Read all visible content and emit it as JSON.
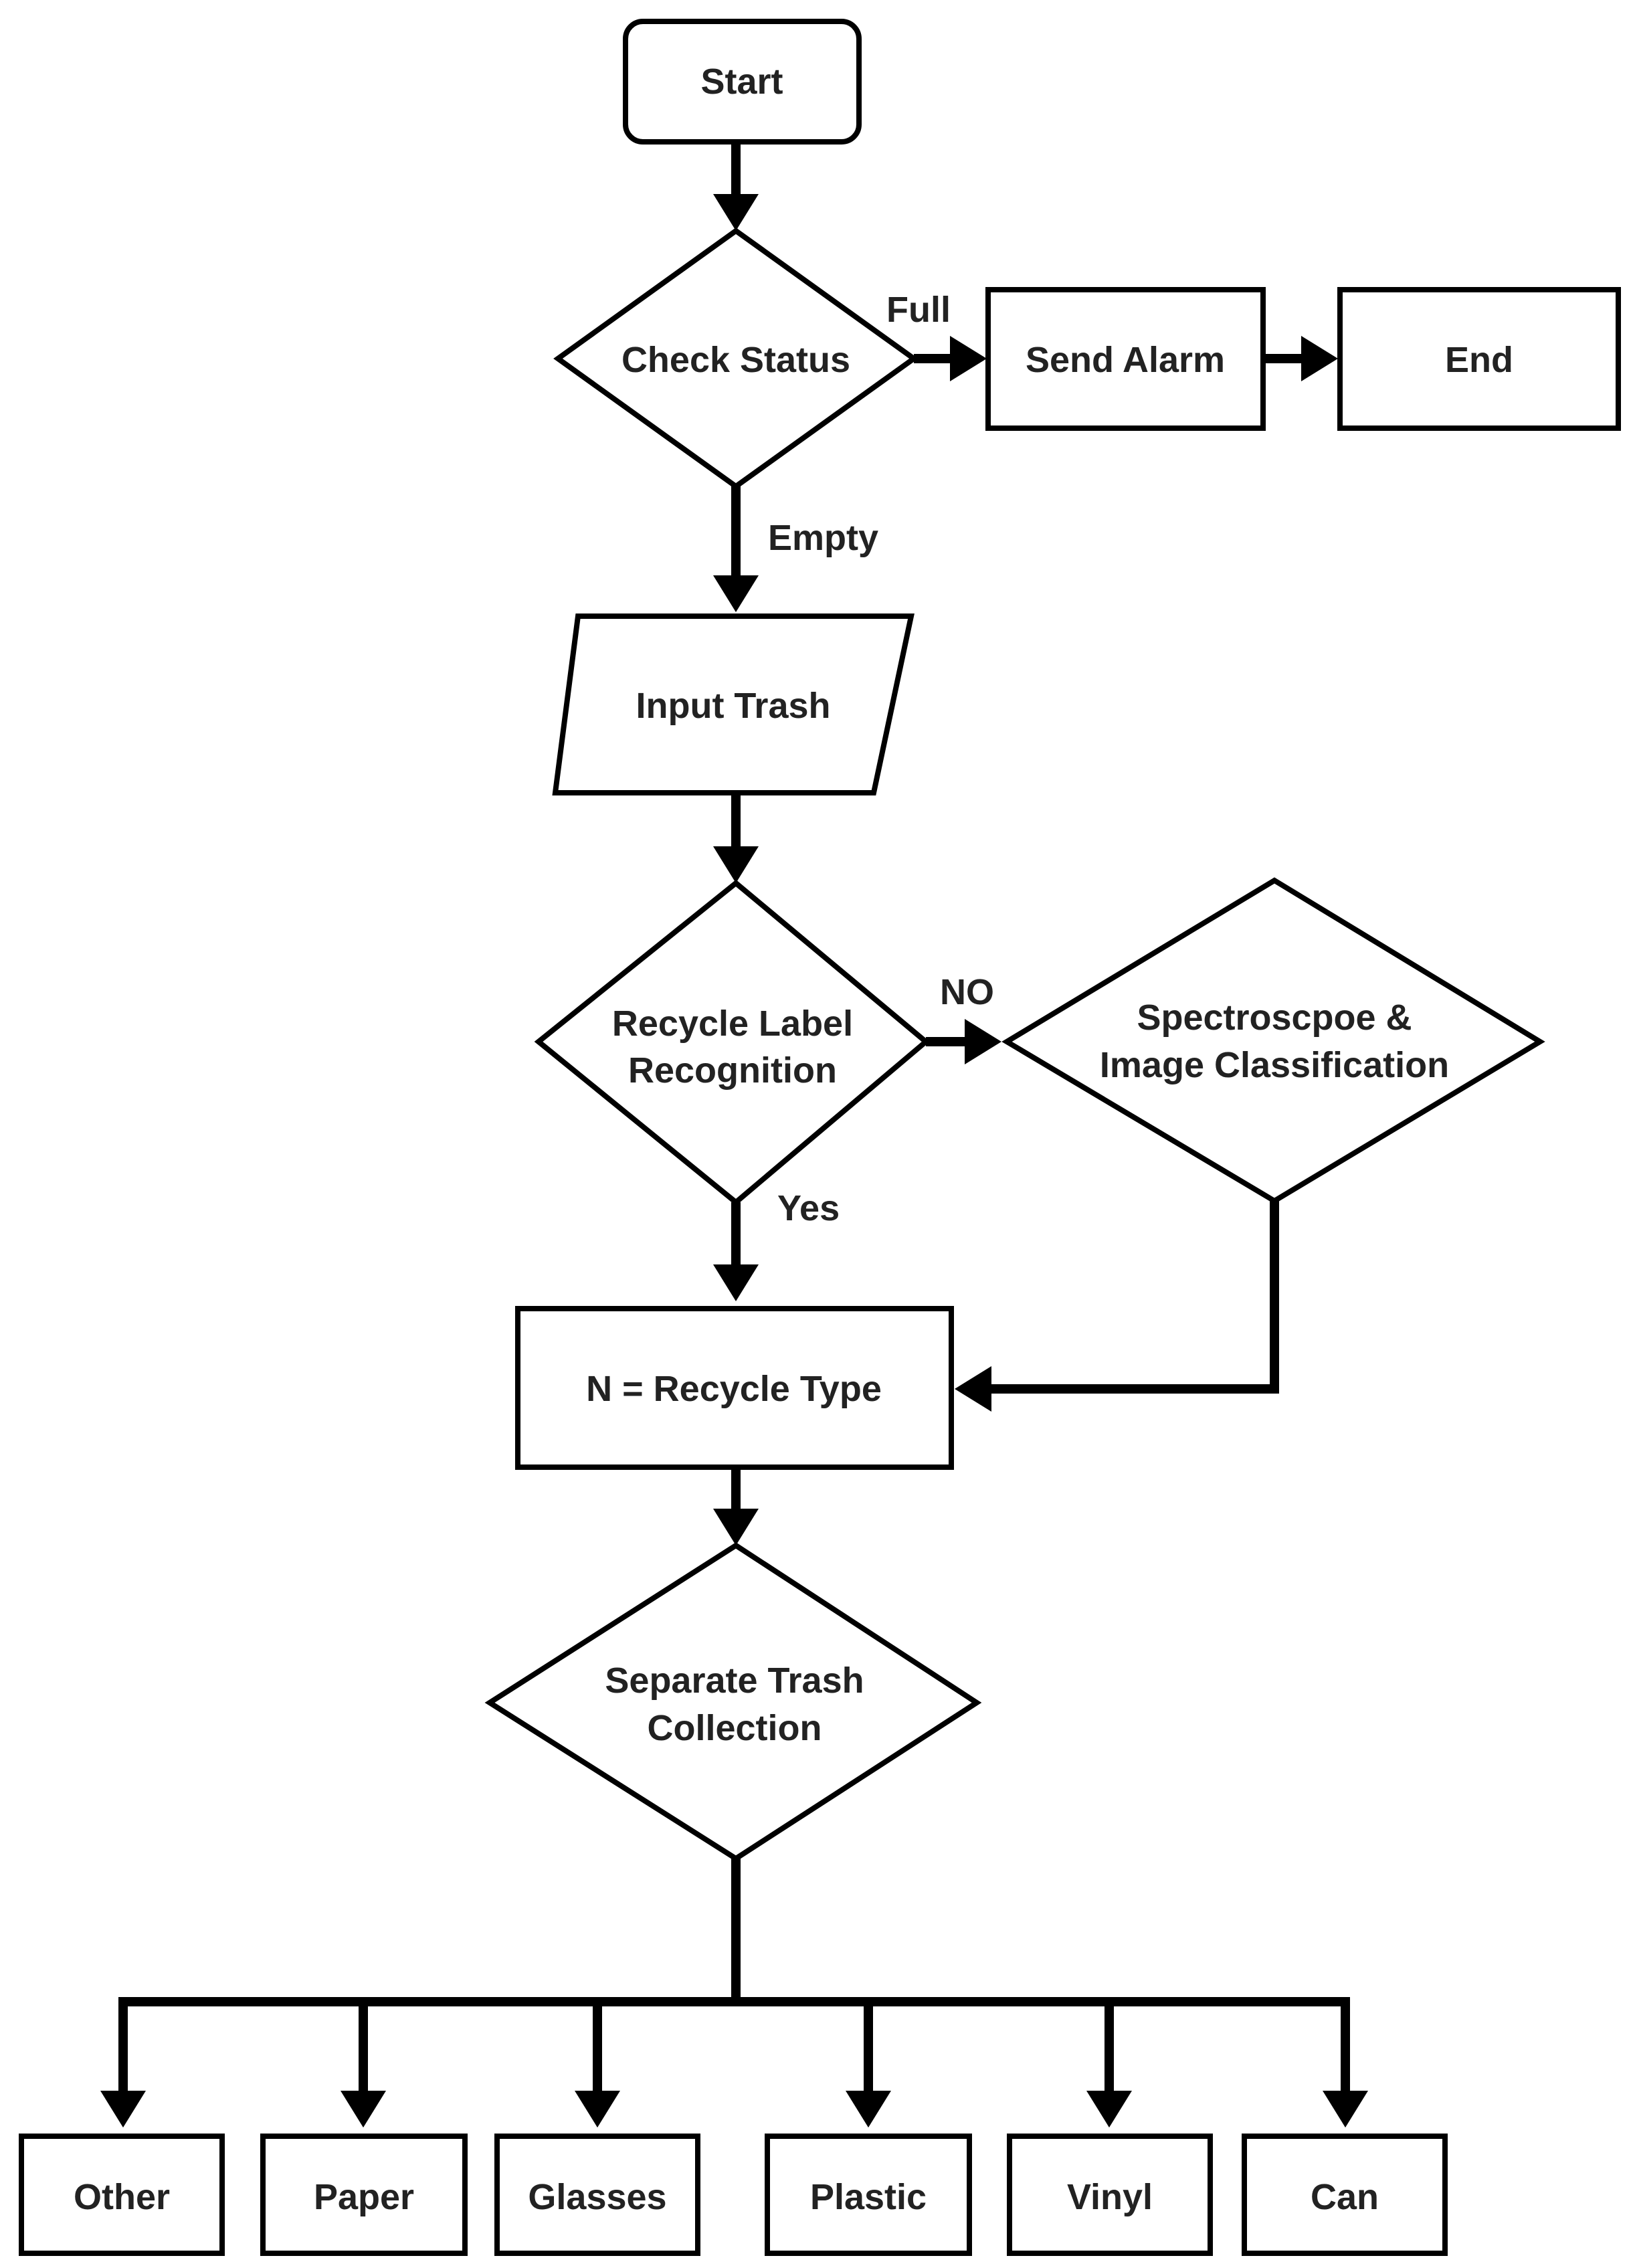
{
  "diagram": {
    "nodes": {
      "start": "Start",
      "check_status": "Check Status",
      "send_alarm": "Send Alarm",
      "end": "End",
      "input_trash": "Input Trash",
      "recycle_label_line1": "Recycle Label",
      "recycle_label_line2": "Recognition",
      "spectro_line1": "Spectroscpoe &",
      "spectro_line2": "Image Classification",
      "recycle_type": "N = Recycle Type",
      "separate_line1": "Separate Trash",
      "separate_line2": "Collection"
    },
    "categories": [
      "Other",
      "Paper",
      "Glasses",
      "Plastic",
      "Vinyl",
      "Can"
    ],
    "edge_labels": {
      "full": "Full",
      "empty": "Empty",
      "no": "NO",
      "yes": "Yes"
    }
  }
}
